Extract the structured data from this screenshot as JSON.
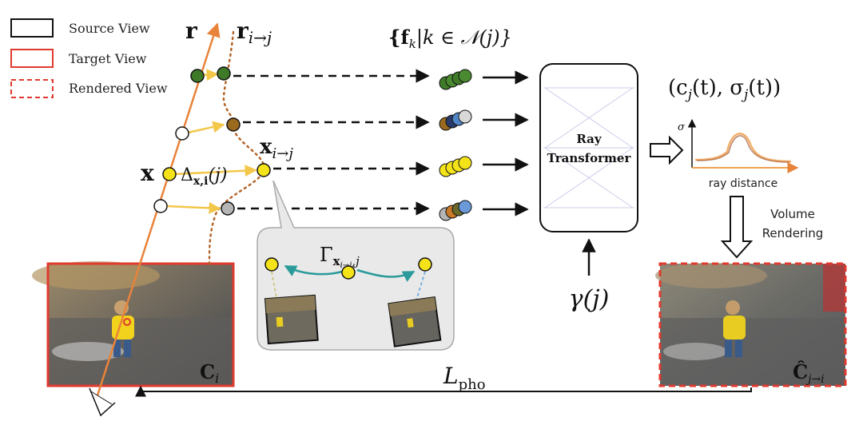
{
  "legend": {
    "source": "Source View",
    "target": "Target View",
    "rendered": "Rendered View"
  },
  "labels": {
    "ray": "r",
    "ray_warped": "r",
    "ray_warped_sub": "i→j",
    "feature_set": "{f",
    "feature_set_mid": "|k ∈ 𝒩(j)}",
    "feature_set_sub": "k",
    "x": "x",
    "delta": "Δ",
    "delta_sub": "x,i",
    "delta_tail": "(j)",
    "x_warp": "x",
    "x_warp_sub": "i→j",
    "gamma_upper": "Γ",
    "gamma_upper_sub": "x",
    "gamma_upper_sub2": "i→j",
    "gamma_upper_tail": ",j",
    "output": "(c",
    "output_sub": "j",
    "output_mid": "(t), σ",
    "output_sub2": "j",
    "output_tail": "(t))",
    "transformer_1": "Ray",
    "transformer_2": "Transformer",
    "plot_y": "σ",
    "plot_x": "ray distance",
    "volume_1": "Volume",
    "volume_2": "Rendering",
    "gamma_j": "γ(j)",
    "loss": "L",
    "loss_sub": "pho",
    "c_i": "C",
    "c_i_sub": "i",
    "c_hat": "Ĉ",
    "c_hat_sub": "j→i"
  },
  "colors": {
    "ray": "#e8833a",
    "yellow": "#f5e31a",
    "green": "#3f7a28",
    "brown": "#9a6a1f",
    "gray": "#b5b5b5",
    "red": "#e03a2f",
    "teal": "#2a9a9a",
    "plot_orange": "#f0a050"
  },
  "icons": [
    "eye-icon",
    "photo-target",
    "photo-rendered",
    "mini-photo-left",
    "mini-photo-right"
  ]
}
